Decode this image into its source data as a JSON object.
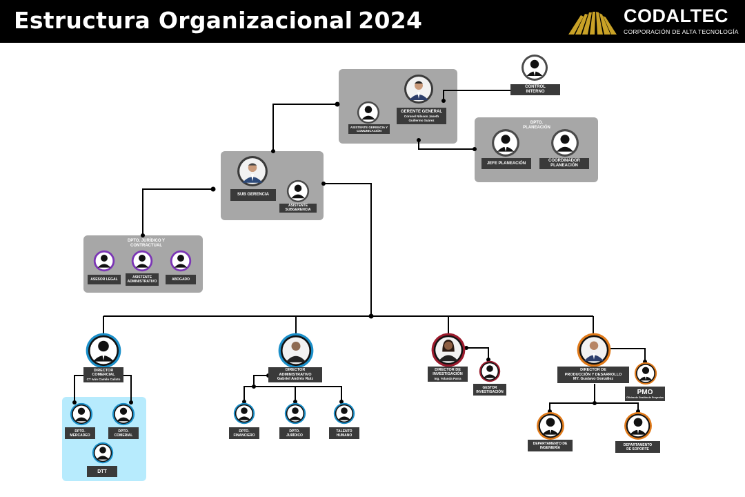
{
  "header": {
    "title": "Estructura Organizacional",
    "year": "2024",
    "brand_name": "CODALTEC",
    "brand_sub": "CORPORACIÓN DE ALTA TECNOLOGÍA"
  },
  "colors": {
    "header_bg": "#000000",
    "box_gray": "#a7a7a7",
    "box_light_blue": "#b7ebfd",
    "label_bg": "#3a3a3a",
    "ring_purple": "#7b35b5",
    "ring_blue": "#1b8fc9",
    "ring_red": "#9b1b2d",
    "ring_orange": "#e07a1a",
    "logo_gold": "#c9a227"
  },
  "nodes": {
    "control": {
      "title": "CONTROL",
      "title2": "INTERNO"
    },
    "gerente": {
      "title": "GERENTE GENERAL",
      "sub": "Coronel Nilsson Janeth",
      "sub2": "Guillermo Suárez"
    },
    "asistente_gerencia": {
      "title": "ASISTENTE GERENCIA Y",
      "title2": "COMUNICACIÓN"
    },
    "planeacion": {
      "group": "DPTO.",
      "group2": "PLANEACIÓN",
      "jefe": "JEFE PLANEACIÓN",
      "coord": "COORDINADOR",
      "coord2": "PLANEACIÓN"
    },
    "subgerencia": {
      "title": "SUB GERENCIA",
      "asistente": "ASISTENTE",
      "asistente2": "SUBGERENCIA"
    },
    "juridico": {
      "group": "DPTO. JURÍDICO Y",
      "group2": "CONTRACTUAL",
      "asesor": "ASESOR LEGAL",
      "asistente": "ASISTENTE",
      "asistente2": "ADMINISTRATIVO",
      "abogado": "ABOGADO"
    },
    "comercial": {
      "title": "DIRECTOR",
      "title2": "COMERCIAL",
      "sub": "CT Iván Camilo Calixto",
      "mercadeo": "DPTO.",
      "mercadeo2": "MERCADEO",
      "comercial_dpto": "DPTO.",
      "comercial_dpto2": "COMERIAL",
      "dtt": "DTT"
    },
    "administrativo": {
      "title": "DIRECTOR",
      "title2": "ADMINISTRATIVO",
      "sub": "Gabriel Andrés Ruiz",
      "financiero": "DPTO.",
      "financiero2": "FINANCIERO",
      "juridico": "DPTO.",
      "juridico2": "JURÍDICO",
      "talento": "TALENTO",
      "talento2": "HUMANO"
    },
    "investigacion": {
      "title": "DIRECTOR DE",
      "title2": "INVESTIGACIÓN",
      "sub": "Ing. Yolanda Parra",
      "gestor": "GESTOR",
      "gestor2": "INVESTIGACIÓN"
    },
    "produccion": {
      "title": "DIRECTOR DE",
      "title2": "PRODUCCIÓN Y DESARROLLO",
      "sub": "MY. Gustavo González",
      "pmo": "PMO",
      "pmo_sub": "Oficina de Gestión de Proyectos",
      "ingenieria": "DEPARTAMENTO DE",
      "ingenieria2": "INGENIERÍA",
      "soporte": "DEPARTAMENTO",
      "soporte2": "DE SOPORTE"
    }
  }
}
